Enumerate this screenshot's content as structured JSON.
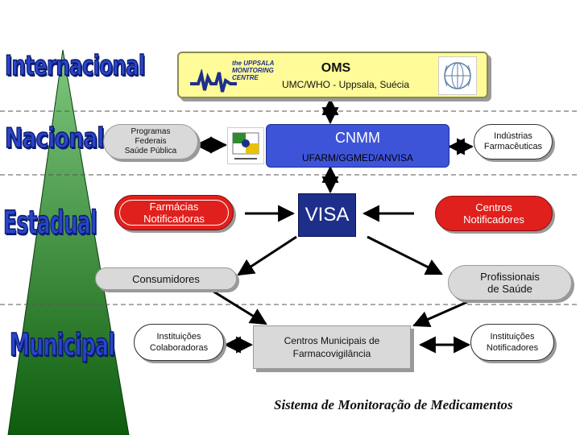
{
  "levels": {
    "internacional": "Internacional",
    "nacional": "Nacional",
    "estadual": "Estadual",
    "municipal": "Municipal"
  },
  "nodes": {
    "oms": {
      "title": "OMS",
      "subtitle": "UMC/WHO - Uppsala, Suécia",
      "logo_lines": [
        "the UPPSALA",
        "MONITORING",
        "CENTRE"
      ]
    },
    "programas": {
      "lines": [
        "Programas",
        "Federais",
        "Saúde Pública"
      ]
    },
    "cnmm": {
      "title": "CNMM",
      "subtitle": "UFARM/GGMED/ANVISA"
    },
    "industrias": {
      "lines": [
        "Indústrias",
        "Farmacêuticas"
      ]
    },
    "farmacias": {
      "lines": [
        "Farmácias",
        "Notificadoras"
      ]
    },
    "visa": {
      "title": "VISA"
    },
    "centros_notificadores": {
      "lines": [
        "Centros",
        "Notificadores"
      ]
    },
    "consumidores": {
      "title": "Consumidores"
    },
    "profissionais": {
      "lines": [
        "Profissionais",
        "de Saúde"
      ]
    },
    "instituicoes_colab": {
      "lines": [
        "Instituições",
        "Colaboradoras"
      ]
    },
    "centros_municipais": {
      "lines": [
        "Centros Municipais de",
        "Farmacovigilância"
      ]
    },
    "instituicoes_notif": {
      "lines": [
        "Instituições",
        "Notificadores"
      ]
    }
  },
  "footer": "Sistema de Monitoração de Medicamentos",
  "colors": {
    "oms_fill": "#fffb99",
    "cnmm_fill": "#3e54d8",
    "visa_fill": "#1e2f8a",
    "red_fill": "#e0201c",
    "grey_fill": "#d9d9d9",
    "pyramid_fill": "#1a7a1a",
    "level_text": "#2a45c9"
  }
}
